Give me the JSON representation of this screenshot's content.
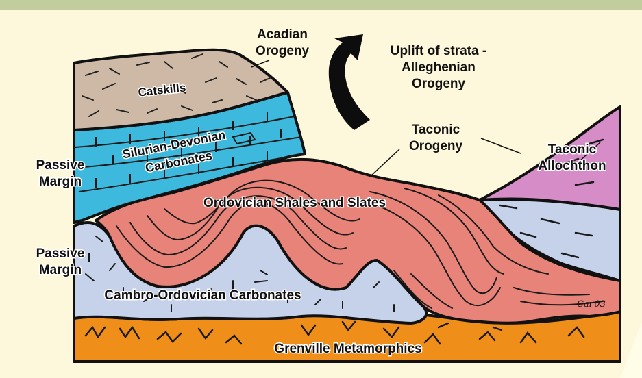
{
  "labels": {
    "acadian_line1": "Acadian",
    "acadian_line2": "Orogeny",
    "uplift_line1": "Uplift of strata -",
    "uplift_line2": "Alleghenian",
    "uplift_line3": "Orogeny",
    "taconic_orogeny_line1": "Taconic",
    "taconic_orogeny_line2": "Orogeny",
    "taconic_allochthon_line1": "Taconic",
    "taconic_allochthon_line2": "Allochthon",
    "passive_margin_upper_line1": "Passive",
    "passive_margin_upper_line2": "Margin",
    "passive_margin_lower_line1": "Passive",
    "passive_margin_lower_line2": "Margin",
    "catskills": "Catskills",
    "silurian_line1": "Silurian-Devonian",
    "silurian_line2": "Carbonates",
    "ordovician": "Ordovician Shales and Slates",
    "cambro": "Cambro-Ordovician Carbonates",
    "grenville": "Grenville Metamorphics",
    "signature": "Cai'03"
  },
  "colors": {
    "background": "#fdf8dc",
    "top_bar": "#c1cd9d",
    "catskills": "#cdb9a6",
    "silurian_devonian": "#3cb9dd",
    "ordovician": "#e88379",
    "cambro_ordovician": "#c6d2ea",
    "grenville": "#ef8e19",
    "taconic_allochthon": "#d58cc7",
    "outline": "#111111"
  },
  "icons": {
    "uplift_arrow": "curved-arrow-icon"
  }
}
